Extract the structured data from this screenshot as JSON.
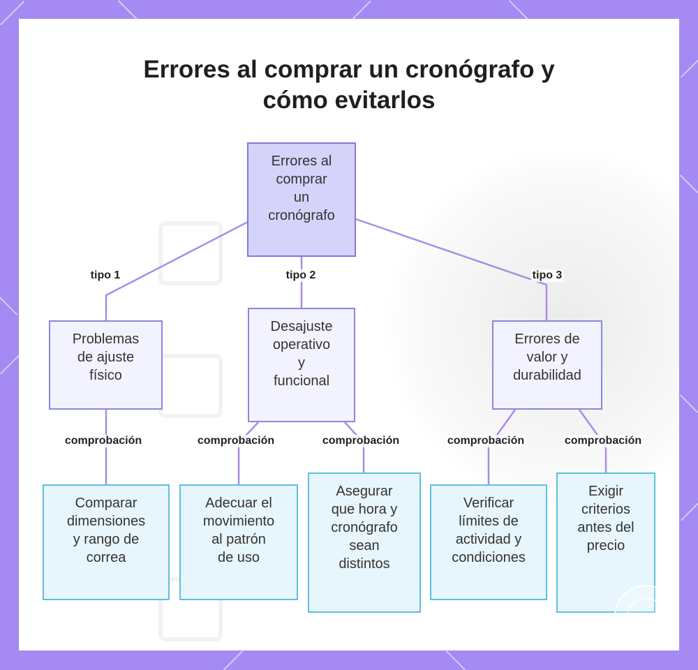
{
  "title": {
    "line1": "Errores al comprar un cronógrafo y",
    "line2": "cómo evitarlos"
  },
  "nodes": {
    "root": [
      "Errores al",
      "comprar",
      "un",
      "cronógrafo"
    ],
    "type1": [
      "Problemas",
      "de ajuste",
      "físico"
    ],
    "type2": [
      "Desajuste",
      "operativo",
      "y",
      "funcional"
    ],
    "type3": [
      "Errores de",
      "valor y",
      "durabilidad"
    ],
    "leaf1": [
      "Comparar",
      "dimensiones",
      "y rango de",
      "correa"
    ],
    "leaf2": [
      "Adecuar el",
      "movimiento",
      "al patrón",
      "de uso"
    ],
    "leaf3": [
      "Asegurar",
      "que hora y",
      "cronógrafo",
      "sean",
      "distintos"
    ],
    "leaf4": [
      "Verificar",
      "límites de",
      "actividad y",
      "condiciones"
    ],
    "leaf5": [
      "Exigir",
      "criterios",
      "antes del",
      "precio"
    ]
  },
  "edge_labels": {
    "tipo1": "tipo 1",
    "tipo2": "tipo 2",
    "tipo3": "tipo 3",
    "check": "comprobación"
  },
  "colors": {
    "frame": "#a48af2",
    "edge": "#a98be8",
    "root_fill": "#d6d3fb",
    "mid_fill": "#f3f3ff",
    "leaf_fill": "#e7f6fc",
    "leaf_border": "#5cc1dc"
  }
}
